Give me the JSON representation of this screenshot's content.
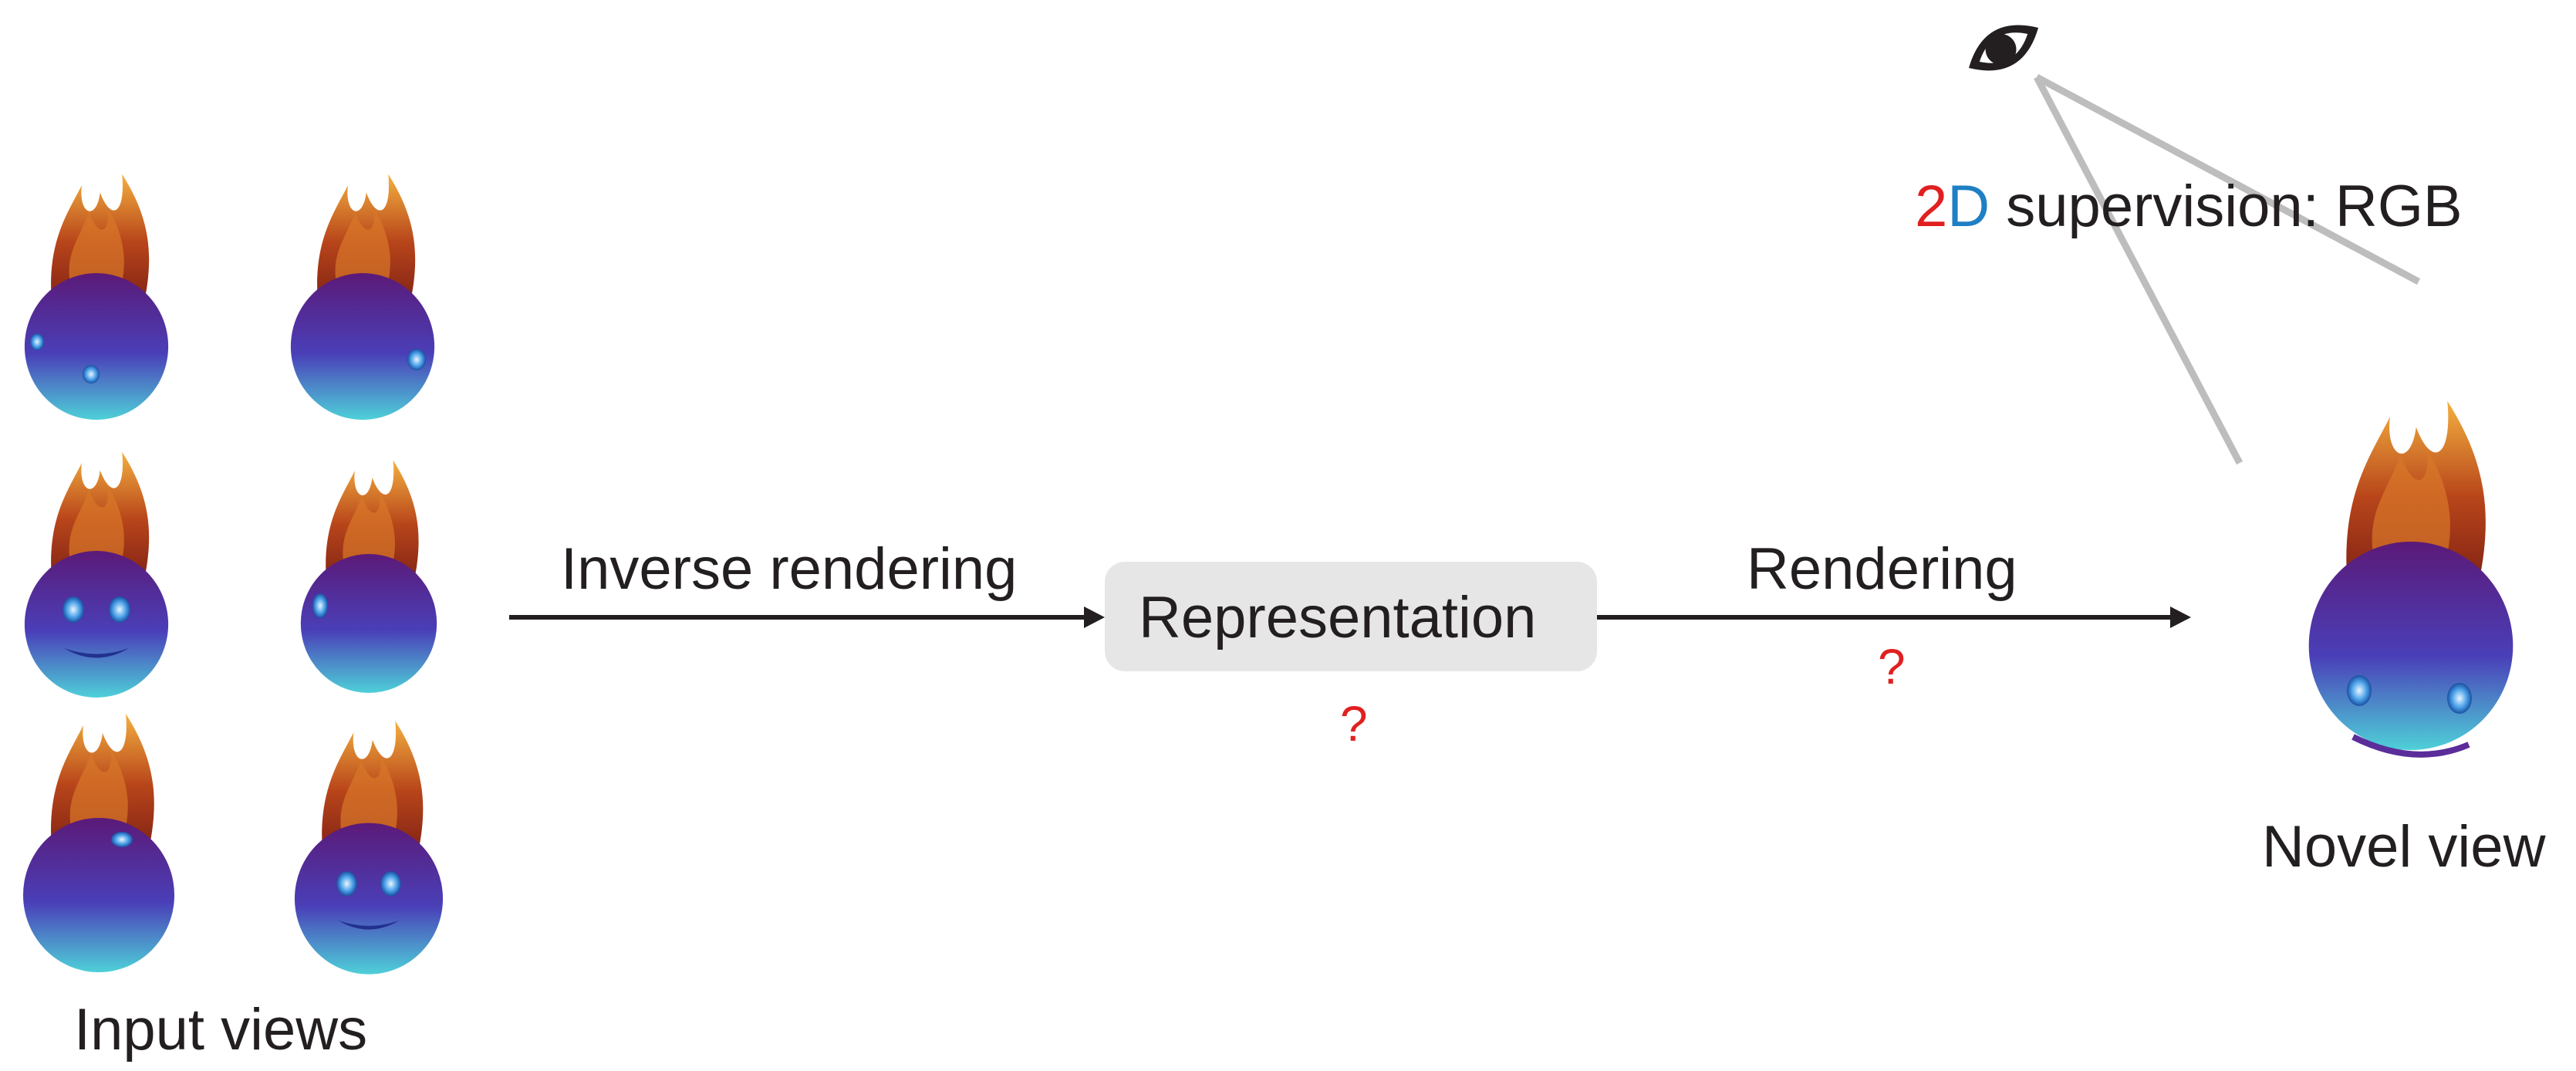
{
  "labels": {
    "input_views": "Input views",
    "inverse_rendering": "Inverse rendering",
    "representation": "Representation",
    "rendering": "Rendering",
    "novel_view": "Novel view",
    "supervision_2": "2",
    "supervision_d": "D",
    "supervision_rest": " supervision: RGB",
    "question_mark": "?"
  },
  "icons": {
    "viewer": "eye-icon",
    "character": "fire-ball-character"
  },
  "colors": {
    "text": "#231f20",
    "accent_red": "#e02020",
    "accent_blue": "#1f7fc4",
    "box_fill": "#e6e6e6",
    "view_lines": "#bdbdbd",
    "body_top": "#5b1a78",
    "body_bottom": "#4ed0d8",
    "flame_dark": "#8a2a10",
    "flame_light": "#f0a030"
  }
}
